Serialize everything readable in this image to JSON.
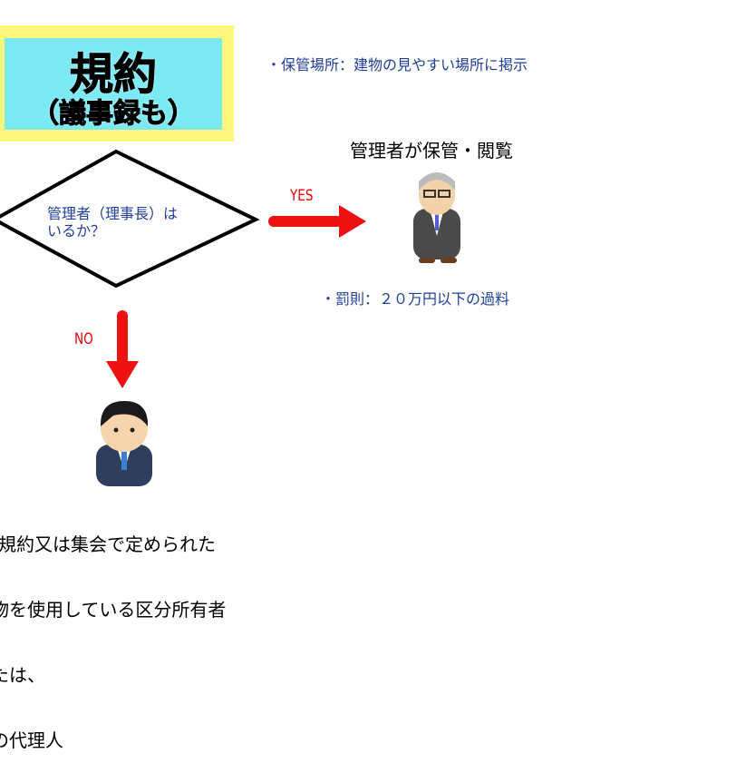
{
  "title": {
    "main": "規約",
    "sub": "（議事録も）"
  },
  "storage_note": "・保管場所：建物の見やすい場所に掲示",
  "yes_heading": "管理者が保管・閲覧",
  "decision": {
    "line1": "管理者（理事長）は",
    "line2": "いるか？"
  },
  "yes_label": "YES",
  "no_label": "NO",
  "penalty": "・罰則：２０万円以下の過料",
  "no_result": [
    "・規約又は集会で定められた",
    "建物を使用している区分所有者",
    "または、",
    "その代理人"
  ],
  "colors": {
    "arrow": "#ee1111",
    "text_blue": "#1f3f9a",
    "outer": "#fdf77e",
    "inner": "#7be9f3"
  }
}
